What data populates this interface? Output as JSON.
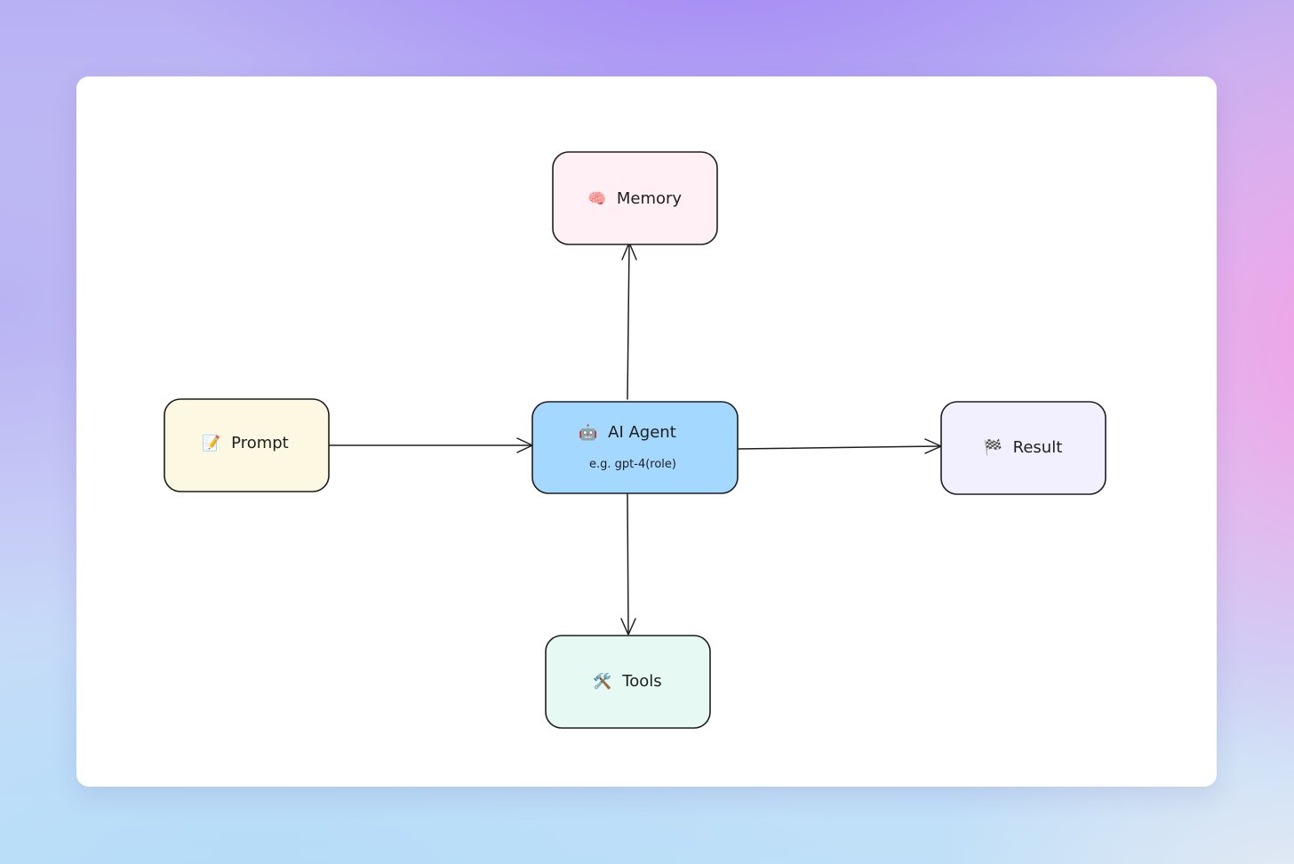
{
  "diagram": {
    "nodes": {
      "memory": {
        "icon": "brain-icon",
        "glyph": "🧠",
        "label": "Memory",
        "color": "#fff0f6"
      },
      "prompt": {
        "icon": "memo-icon",
        "glyph": "📝",
        "label": "Prompt",
        "color": "#fdf8e1"
      },
      "agent": {
        "icon": "robot-icon",
        "glyph": "🤖",
        "label": "AI Agent",
        "sublabel": "e.g. gpt-4(role)",
        "color": "#a5d8ff"
      },
      "result": {
        "icon": "checkered-flag-icon",
        "glyph": "🏁",
        "label": "Result",
        "color": "#f2f0ff"
      },
      "tools": {
        "icon": "hammer-wrench-icon",
        "glyph": "🛠️",
        "label": "Tools",
        "color": "#e6faf3"
      }
    },
    "edges": [
      {
        "from": "prompt",
        "to": "agent"
      },
      {
        "from": "agent",
        "to": "memory"
      },
      {
        "from": "agent",
        "to": "result"
      },
      {
        "from": "agent",
        "to": "tools"
      }
    ]
  }
}
